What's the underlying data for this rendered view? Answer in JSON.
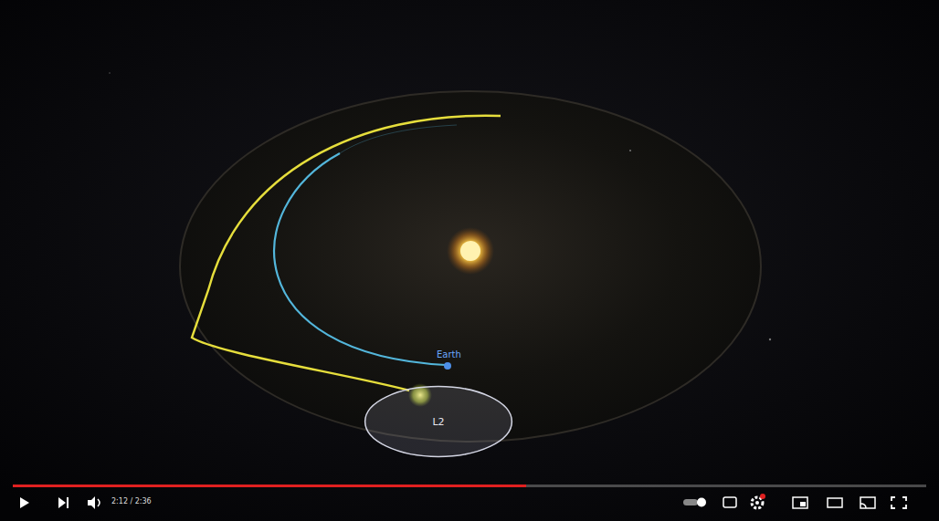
{
  "diagram": {
    "nodes": [
      {
        "text": [
          "L2"
        ]
      }
    ],
    "labels": [
      "Earth",
      "2:12 / 2:36"
    ]
  }
}
